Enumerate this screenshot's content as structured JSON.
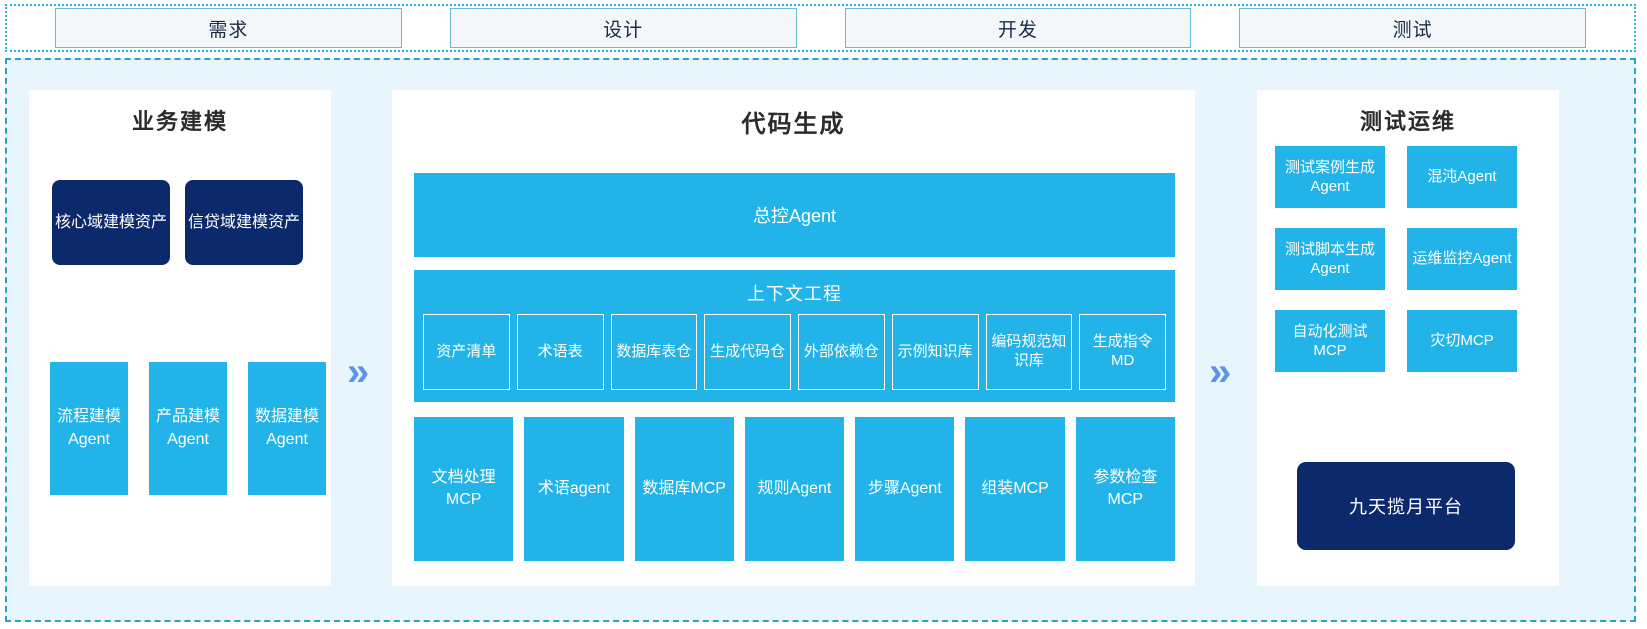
{
  "phases": {
    "items": [
      {
        "label": "需求"
      },
      {
        "label": "设计"
      },
      {
        "label": "开发"
      },
      {
        "label": "测试"
      }
    ]
  },
  "colors": {
    "accent_blue": "#22b4e8",
    "navy": "#0c2a6b",
    "panel_bg": "#e8f5fd",
    "chevron": "#5d94e8",
    "phase_border": "#6bb8d8"
  },
  "left_panel": {
    "title": "业务建模",
    "assets": [
      {
        "label": "核心域建模资产"
      },
      {
        "label": "信贷域建模资产"
      }
    ],
    "agents": [
      {
        "label": "流程建模Agent"
      },
      {
        "label": "产品建模Agent"
      },
      {
        "label": "数据建模Agent"
      }
    ]
  },
  "connector_1": {
    "icon": "double-chevron-right-icon",
    "glyph": "»"
  },
  "connector_2": {
    "icon": "double-chevron-right-icon",
    "glyph": "»"
  },
  "center_panel": {
    "title": "代码生成",
    "master_agent": {
      "label": "总控Agent"
    },
    "context_engineering": {
      "title": "上下文工程",
      "items": [
        {
          "label": "资产清单"
        },
        {
          "label": "术语表"
        },
        {
          "label": "数据库表仓"
        },
        {
          "label": "生成代码仓"
        },
        {
          "label": "外部依赖仓"
        },
        {
          "label": "示例知识库"
        },
        {
          "label": "编码规范知识库"
        },
        {
          "label": "生成指令MD"
        }
      ]
    },
    "tools": [
      {
        "label": "文档处理MCP"
      },
      {
        "label": "术语agent"
      },
      {
        "label": "数据库MCP"
      },
      {
        "label": "规则Agent"
      },
      {
        "label": "步骤Agent"
      },
      {
        "label": "组装MCP"
      },
      {
        "label": "参数检查MCP"
      }
    ]
  },
  "right_panel": {
    "title": "测试运维",
    "items": [
      {
        "label": "测试案例生成Agent"
      },
      {
        "label": "混沌Agent"
      },
      {
        "label": "测试脚本生成Agent"
      },
      {
        "label": "运维监控Agent"
      },
      {
        "label": "自动化测试MCP"
      },
      {
        "label": "灾切MCP"
      }
    ],
    "platform": {
      "label": "九天揽月平台"
    }
  }
}
